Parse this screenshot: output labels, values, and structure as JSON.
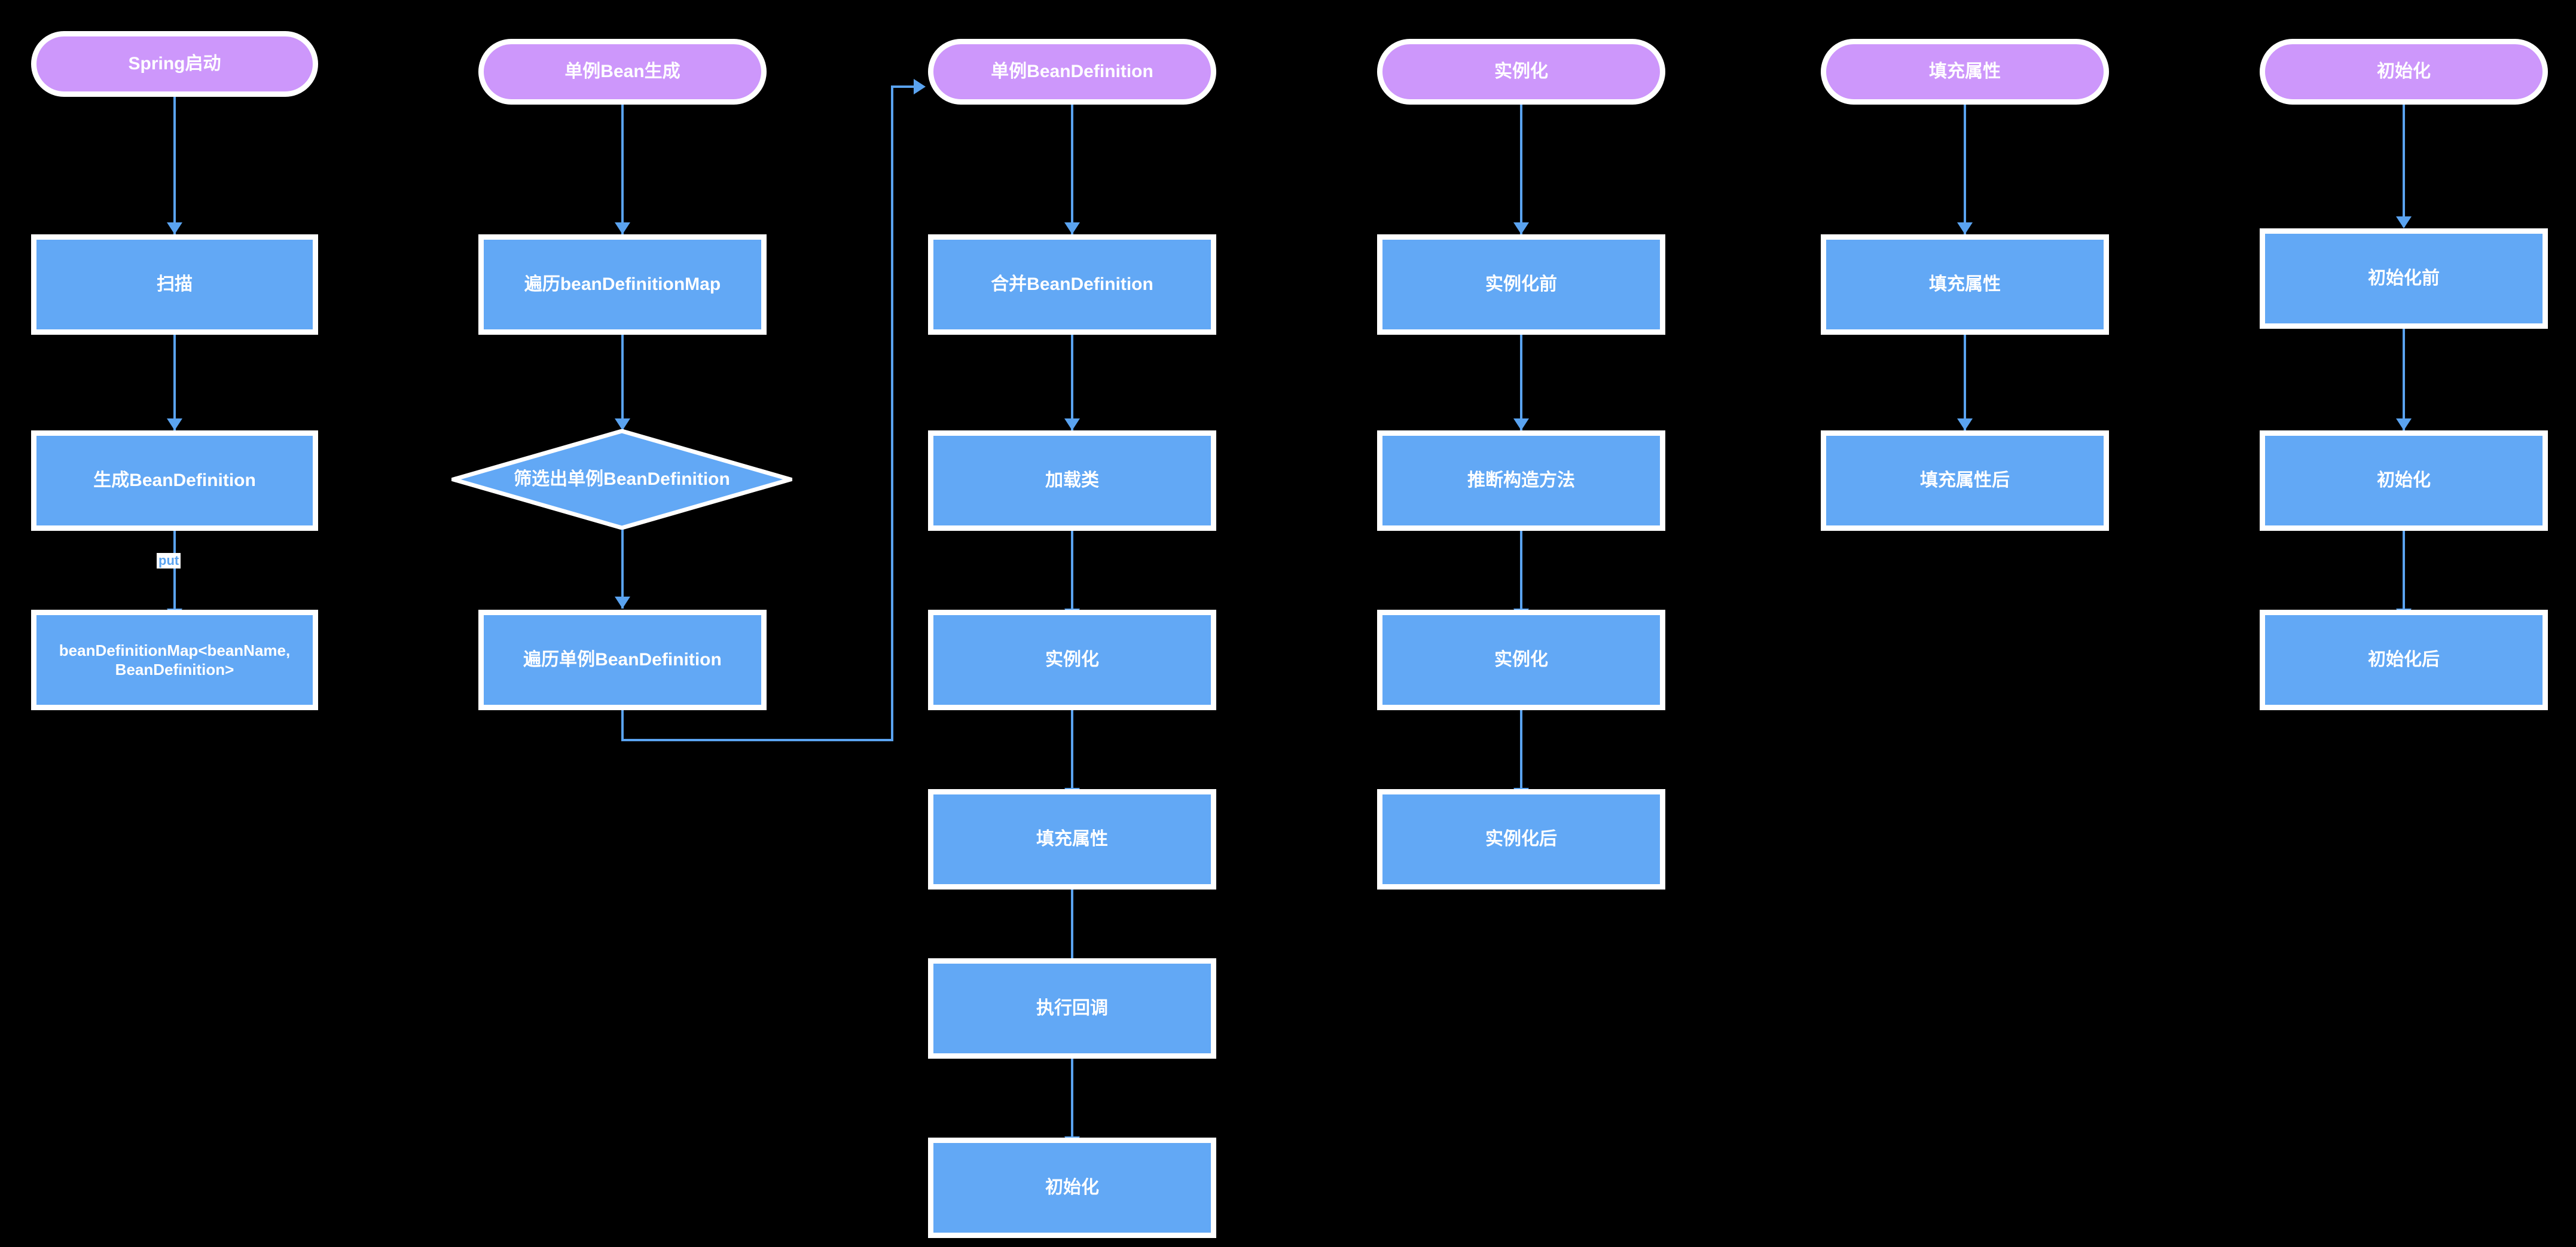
{
  "diagram": {
    "title": "Spring Bean Lifecycle Flowchart",
    "colors": {
      "background": "#000000",
      "process_fill": "#62a8f5",
      "start_fill": "#cd97fb",
      "node_border": "#ffffff",
      "edge": "#5aa3f0",
      "node_text": "#ffffff",
      "edge_label_text": "#5aa3f0",
      "edge_label_bg": "#ffffff"
    }
  },
  "columns": [
    {
      "id": "col-spring-startup",
      "header": {
        "label": "Spring启动",
        "shape": "stadium"
      },
      "nodes": [
        {
          "label": "扫描",
          "shape": "rect"
        },
        {
          "label": "生成BeanDefinition",
          "shape": "rect"
        },
        {
          "label": "beanDefinitionMap<beanName, BeanDefinition>",
          "shape": "rect"
        }
      ],
      "edge_labels": [
        "put"
      ]
    },
    {
      "id": "col-singleton-bean-creation",
      "header": {
        "label": "单例Bean生成",
        "shape": "stadium"
      },
      "nodes": [
        {
          "label": "遍历beanDefinitionMap",
          "shape": "rect"
        },
        {
          "label": "筛选出单例BeanDefinition",
          "shape": "diamond"
        },
        {
          "label": "遍历单例BeanDefinition",
          "shape": "rect"
        }
      ],
      "edge_labels": []
    },
    {
      "id": "col-singleton-beandefinition",
      "header": {
        "label": "单例BeanDefinition",
        "shape": "stadium"
      },
      "nodes": [
        {
          "label": "合并BeanDefinition",
          "shape": "rect"
        },
        {
          "label": "加载类",
          "shape": "rect"
        },
        {
          "label": "实例化",
          "shape": "rect"
        },
        {
          "label": "填充属性",
          "shape": "rect"
        },
        {
          "label": "执行回调",
          "shape": "rect"
        },
        {
          "label": "初始化",
          "shape": "rect"
        }
      ],
      "edge_labels": []
    },
    {
      "id": "col-instantiation",
      "header": {
        "label": "实例化",
        "shape": "stadium"
      },
      "nodes": [
        {
          "label": "实例化前",
          "shape": "rect"
        },
        {
          "label": "推断构造方法",
          "shape": "rect"
        },
        {
          "label": "实例化",
          "shape": "rect"
        },
        {
          "label": "实例化后",
          "shape": "rect"
        }
      ],
      "edge_labels": []
    },
    {
      "id": "col-populate-properties",
      "header": {
        "label": "填充属性",
        "shape": "stadium"
      },
      "nodes": [
        {
          "label": "填充属性",
          "shape": "rect"
        },
        {
          "label": "填充属性后",
          "shape": "rect"
        }
      ],
      "edge_labels": []
    },
    {
      "id": "col-initialization",
      "header": {
        "label": "初始化",
        "shape": "stadium"
      },
      "nodes": [
        {
          "label": "初始化前",
          "shape": "rect"
        },
        {
          "label": "初始化",
          "shape": "rect"
        },
        {
          "label": "初始化后",
          "shape": "rect"
        }
      ],
      "edge_labels": []
    }
  ]
}
